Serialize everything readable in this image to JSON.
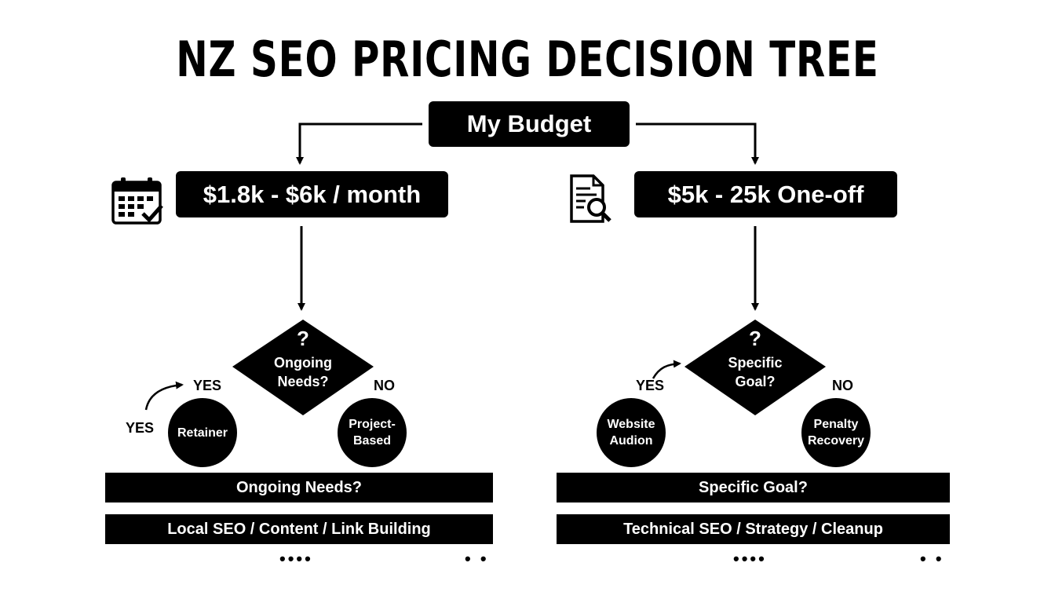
{
  "title": "NZ SEO PRICING DECISION TREE",
  "root": {
    "label": "My Budget"
  },
  "left": {
    "box_label": "$1.8k - $6k / month",
    "icon": "calendar-check-icon",
    "question_mark": "?",
    "question": "Ongoing Needs?",
    "yes_label": "YES",
    "yes_label_2": "YES",
    "no_label": "NO",
    "yes_outcome": "Retainer",
    "no_outcome": "Project-Based",
    "bar1": "Ongoing Needs?",
    "bar2": "Local SEO / Content / Link Building",
    "dots_a": "••••",
    "dots_b": "• •"
  },
  "right": {
    "box_label": "$5k - 25k One-off",
    "icon": "document-search-icon",
    "question_mark": "?",
    "question": "Specific Goal?",
    "yes_label": "YES",
    "no_label": "NO",
    "yes_outcome": "Website Audion",
    "no_outcome": "Penalty Recovery",
    "bar1": "Specific Goal?",
    "bar2": "Technical SEO / Strategy / Cleanup",
    "dots_a": "••••",
    "dots_b": "• •"
  }
}
